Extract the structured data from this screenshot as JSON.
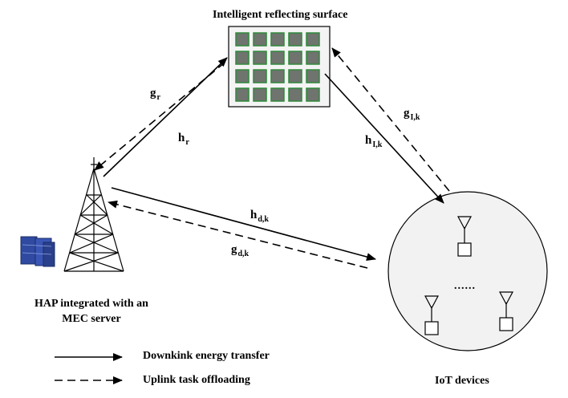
{
  "irs": {
    "title": "Intelligent reflecting surface"
  },
  "hap": {
    "caption_line1": "HAP integrated with an",
    "caption_line2": "MEC server"
  },
  "iot": {
    "caption": "IoT devices",
    "dots": "......"
  },
  "channels": {
    "g_r": {
      "base": "g",
      "sub": "r"
    },
    "h_r": {
      "base": "h",
      "sub": "r"
    },
    "g_ik": {
      "base": "g",
      "sub": "I,k"
    },
    "h_ik": {
      "base": "h",
      "sub": "I,k"
    },
    "h_dk": {
      "base": "h",
      "sub": "d,k"
    },
    "g_dk": {
      "base": "g",
      "sub": "d,k"
    }
  },
  "legend": {
    "downlink": "Downkink energy transfer",
    "uplink": "Uplink task offloading"
  },
  "colors": {
    "irs_tile": "#6f746f",
    "irs_tile_border": "#2f8a3a",
    "server": "#2f4aa0"
  }
}
